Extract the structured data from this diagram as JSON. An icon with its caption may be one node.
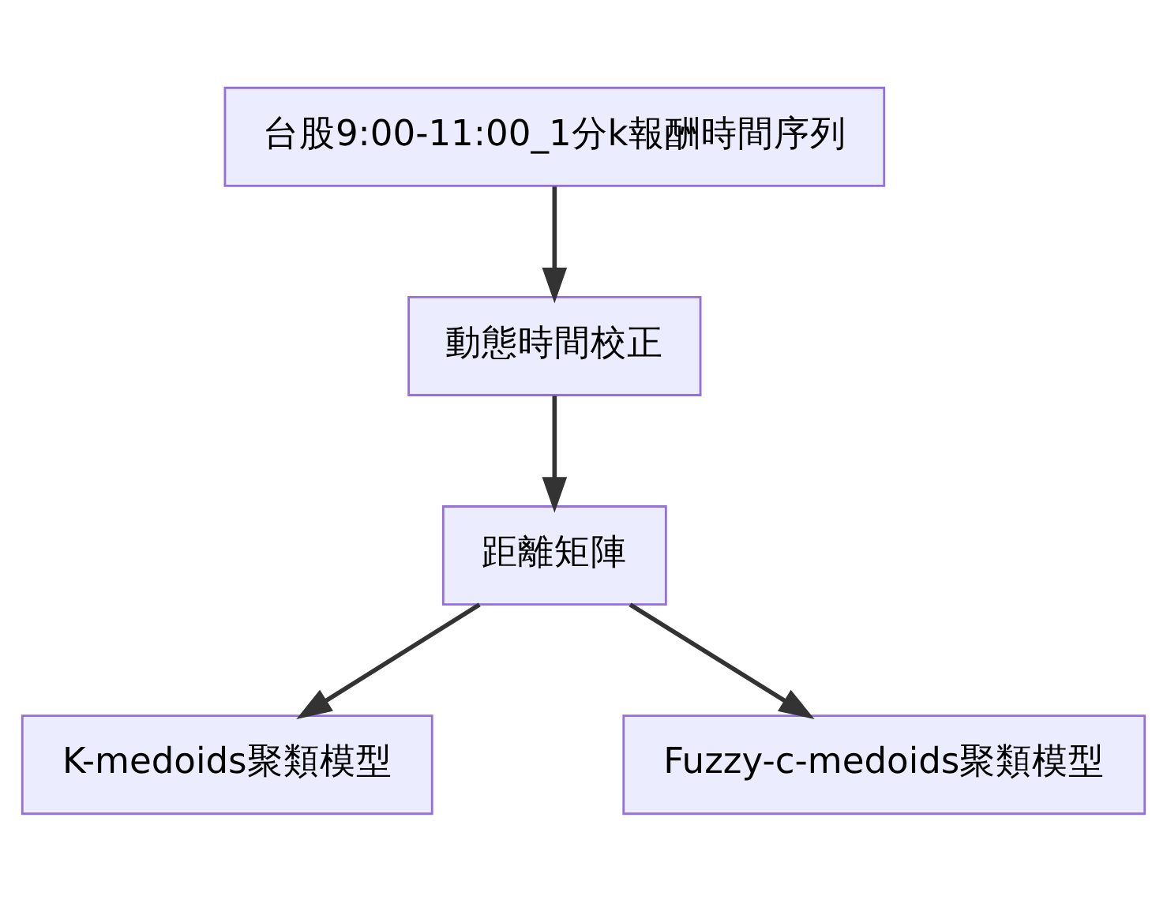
{
  "diagram": {
    "nodes": [
      {
        "text": [
          "台股9:00-11:00_1分k報酬時間序列"
        ]
      },
      {
        "text": [
          "動態時間校正"
        ]
      },
      {
        "text": [
          "距離矩陣"
        ]
      },
      {
        "text": [
          "K-medoids聚類模型"
        ]
      },
      {
        "text": [
          "Fuzzy-c-medoids聚類模型"
        ]
      }
    ],
    "edges": [
      {
        "from": 0,
        "to": 1,
        "arrow": "to"
      },
      {
        "from": 1,
        "to": 2,
        "arrow": "to"
      },
      {
        "from": 2,
        "to": 3,
        "arrow": "to"
      },
      {
        "from": 2,
        "to": 4,
        "arrow": "to"
      }
    ]
  }
}
